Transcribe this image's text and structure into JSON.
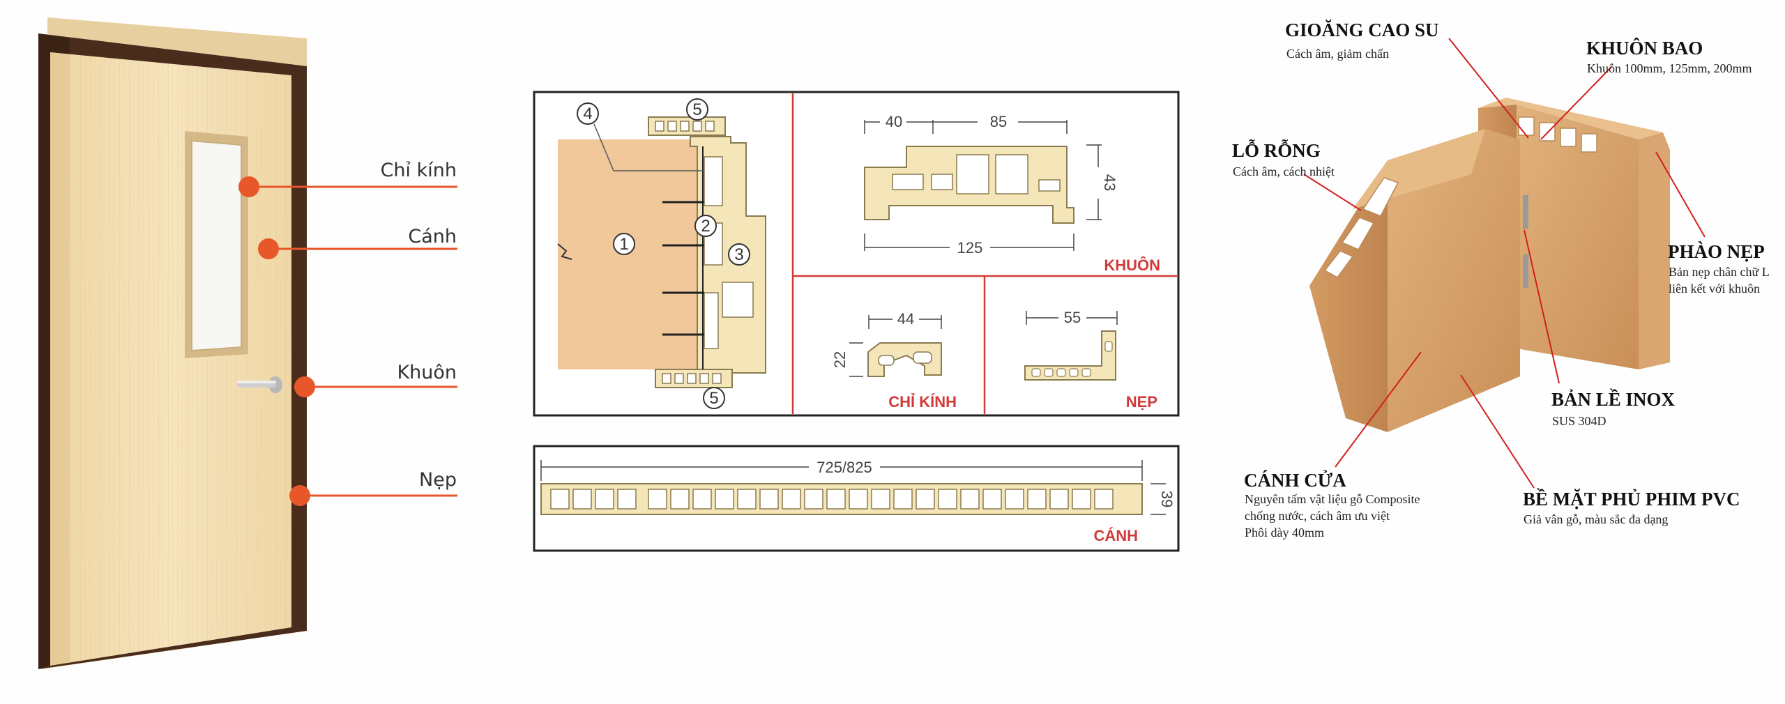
{
  "door": {
    "labels": [
      "Chỉ kính",
      "Cánh",
      "Khuôn",
      "Nẹp"
    ]
  },
  "drawings": {
    "section_titles": {
      "khuon": "KHUÔN",
      "chi_kinh": "CHỈ KÍNH",
      "nep": "NẸP",
      "canh": "CÁNH"
    },
    "numbers": [
      "1",
      "2",
      "3",
      "4",
      "5"
    ],
    "dims": {
      "khuon_top_left": "40",
      "khuon_top_right": "85",
      "khuon_height": "43",
      "khuon_width": "125",
      "chi_kinh_width": "44",
      "chi_kinh_height": "22",
      "nep_width": "55",
      "canh_width": "725/825",
      "canh_height": "39"
    }
  },
  "cutaway": {
    "parts": [
      {
        "title": "GIOĂNG CAO SU",
        "desc": [
          "Cách âm, giảm chấn"
        ]
      },
      {
        "title": "KHUÔN BAO",
        "desc": [
          "Khuôn 100mm, 125mm, 200mm"
        ]
      },
      {
        "title": "LỖ RỖNG",
        "desc": [
          "Cách âm, cách nhiệt"
        ]
      },
      {
        "title": "PHÀO NẸP",
        "desc": [
          "Bản nẹp chân chữ L",
          "liên kết với khuôn"
        ]
      },
      {
        "title": "BẢN LỀ INOX",
        "desc": [
          "SUS 304D"
        ]
      },
      {
        "title": "CÁNH CỬA",
        "desc": [
          "Nguyên tấm vật liệu gỗ Composite",
          "chống nước, cách âm ưu việt",
          "Phôi dày 40mm"
        ]
      },
      {
        "title": "BỀ MẶT PHỦ PHIM PVC",
        "desc": [
          "Giả vân gỗ, màu sắc đa dạng"
        ]
      }
    ]
  },
  "colors": {
    "accent": "#e8572a",
    "section_red": "#d23a3a",
    "door_wood": "#f2ddb0",
    "frame_dark": "#4a2c1c",
    "profile_fill": "#f4e6b8",
    "composite_wood": "#d9a570"
  }
}
